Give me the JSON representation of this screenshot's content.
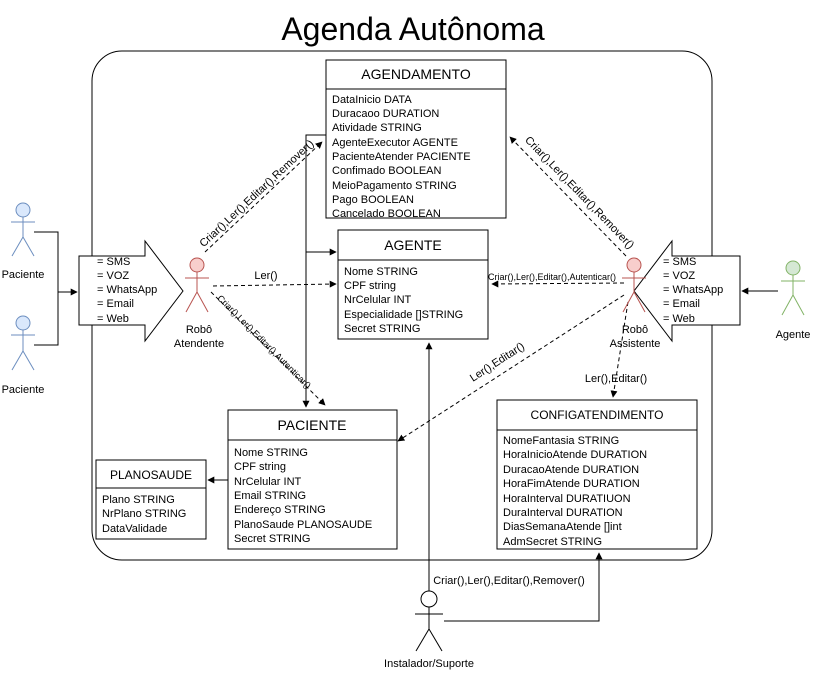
{
  "title": "Agenda Autônoma",
  "entities": {
    "agendamento": {
      "name": "AGENDAMENTO",
      "fields": [
        "DataInicio DATA",
        "Duracaoo DURATION",
        "Atividade STRING",
        "AgenteExecutor AGENTE",
        "PacienteAtender PACIENTE",
        "Confimado BOOLEAN",
        "MeioPagamento STRING",
        "Pago BOOLEAN",
        "Cancelado BOOLEAN"
      ]
    },
    "agente": {
      "name": "AGENTE",
      "fields": [
        "Nome STRING",
        "CPF string",
        "NrCelular INT",
        "Especialidade []STRING",
        "Secret STRING"
      ]
    },
    "paciente": {
      "name": "PACIENTE",
      "fields": [
        "Nome STRING",
        "CPF string",
        "NrCelular INT",
        "Email STRING",
        "Endereço STRING",
        "PlanoSaude PLANOSAUDE",
        "Secret STRING"
      ]
    },
    "planosaude": {
      "name": "PLANOSAUDE",
      "fields": [
        "Plano STRING",
        "NrPlano STRING",
        "DataValidade"
      ]
    },
    "configatendimento": {
      "name": "CONFIGATENDIMENTO",
      "fields": [
        "NomeFantasia STRING",
        "HoraInicioAtende DURATION",
        "DuracaoAtende DURATION",
        "HoraFimAtende DURATION",
        "HoraInterval DURATIUON",
        "DuraInterval DURATION",
        "DiasSemanaAtende []int",
        "AdmSecret STRING"
      ]
    }
  },
  "actors": {
    "paciente_1": "Paciente",
    "paciente_2": "Paciente",
    "robo_atendente": [
      "Robô",
      "Atendente"
    ],
    "robo_assistente": [
      "Robô",
      "Assistente"
    ],
    "agente": "Agente",
    "instalador": "Instalador/Suporte"
  },
  "channels_left": [
    "= SMS",
    "= VOZ",
    "= WhatsApp",
    "= Email",
    "= Web"
  ],
  "channels_right": [
    "= SMS",
    "= VOZ",
    "= WhatsApp",
    "= Email",
    "= Web"
  ],
  "flows": {
    "atendente_to_agendamento": "Criar(),Ler(),Editar(),Remover()",
    "atendente_to_agente": "Ler()",
    "atendente_to_paciente": "Criar(),Ler(),Editar(),Autenticar()",
    "assistente_to_agendamento": "Criar(),Ler(),Editar(),Remover()",
    "assistente_to_agente": "Criar(),Ler(),Editar(),Autenticar()",
    "assistente_to_paciente": "Ler(),Editar()",
    "assistente_to_config": "Ler(),Editar()",
    "instalador_to_config": "Criar(),Ler(),Editar(),Remover()"
  },
  "colors": {
    "paciente_actor": "#6c8ebf",
    "paciente_fill": "#dae8fc",
    "robo_actor": "#b85450",
    "robo_fill": "#f8cecc",
    "agente_actor": "#82b366",
    "agente_fill": "#d5e8d4"
  }
}
